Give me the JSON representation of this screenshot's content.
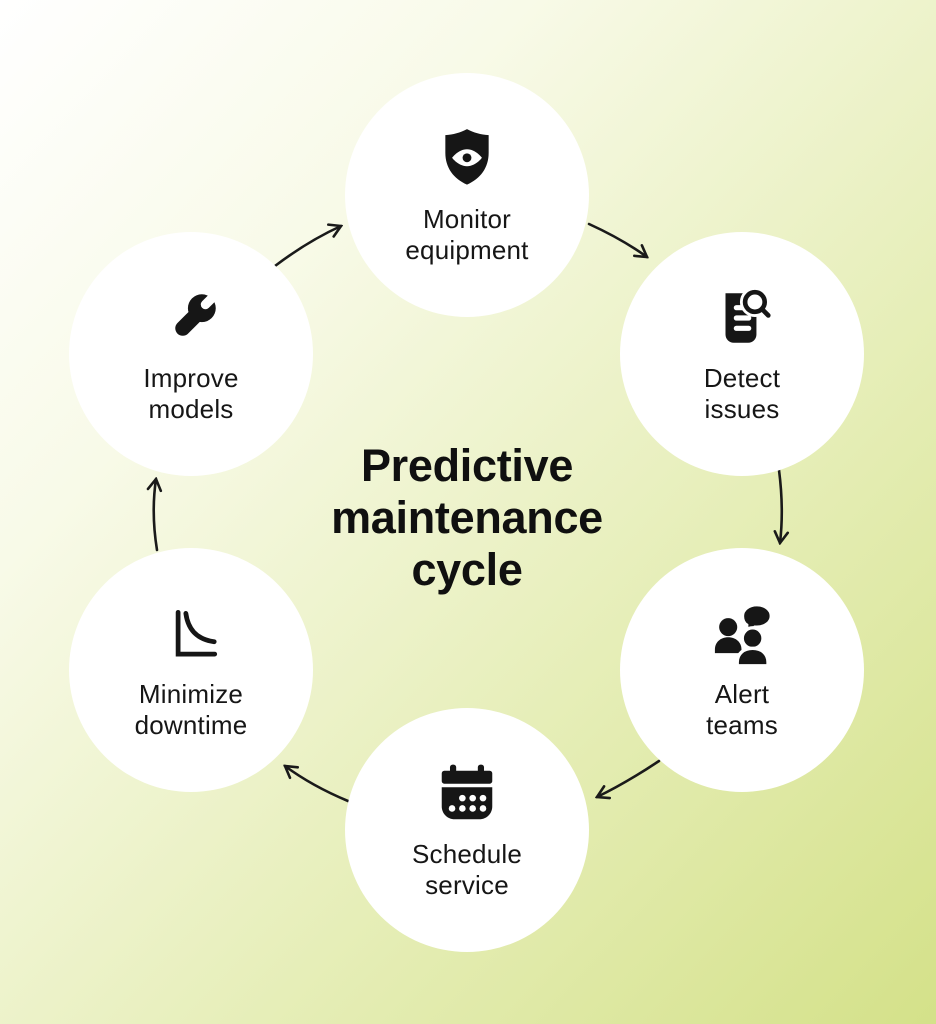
{
  "title": "Predictive\nmaintenance\ncycle",
  "nodes": [
    {
      "id": "monitor-equipment",
      "label": "Monitor\nequipment",
      "icon": "shield-eye-icon"
    },
    {
      "id": "detect-issues",
      "label": "Detect\nissues",
      "icon": "document-search-icon"
    },
    {
      "id": "alert-teams",
      "label": "Alert\nteams",
      "icon": "people-chat-icon"
    },
    {
      "id": "schedule-service",
      "label": "Schedule\nservice",
      "icon": "calendar-icon"
    },
    {
      "id": "minimize-downtime",
      "label": "Minimize\ndowntime",
      "icon": "declining-chart-icon"
    },
    {
      "id": "improve-models",
      "label": "Improve\nmodels",
      "icon": "wrench-icon"
    }
  ],
  "arrows": [
    {
      "from": "improve-models",
      "to": "monitor-equipment"
    },
    {
      "from": "monitor-equipment",
      "to": "detect-issues"
    },
    {
      "from": "detect-issues",
      "to": "alert-teams"
    },
    {
      "from": "alert-teams",
      "to": "schedule-service"
    },
    {
      "from": "schedule-service",
      "to": "minimize-downtime"
    },
    {
      "from": "minimize-downtime",
      "to": "improve-models"
    }
  ],
  "colors": {
    "background_start": "#ffffff",
    "background_end": "#d4e189",
    "circle_fill": "#ffffff",
    "icon_and_text": "#161616",
    "arrow": "#1a1a1a"
  }
}
